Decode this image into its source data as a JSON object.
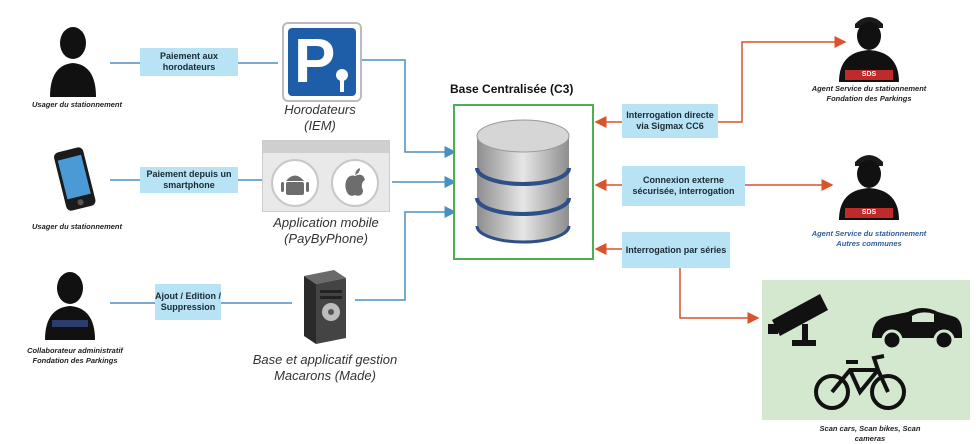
{
  "users": {
    "user1_caption": "Usager du stationnement",
    "user2_caption": "Usager du stationnement",
    "user3_caption": "Collaborateur administratif\nFondation des Parkings"
  },
  "edges_left": {
    "pay_meters": "Paiement aux horodateurs",
    "pay_smartphone": "Paiement depuis un smartphone",
    "edit": "Ajout / Edition / Suppression"
  },
  "systems": {
    "parking_sign_letter": "P",
    "meters_caption": "Horodateurs\n(IEM)",
    "app_caption": "Application mobile\n(PayByPhone)",
    "server_caption": "Base et applicatif gestion\nMacarons (Made)"
  },
  "central": {
    "title": "Base Centralisée (C3)"
  },
  "edges_right": {
    "direct_query": "Interrogation directe via Sigmax CC6",
    "external": "Connexion externe sécurisée, interrogation",
    "series": "Interrogation par séries"
  },
  "agents": {
    "badge": "SDS",
    "agent1_caption": "Agent Service du stationnement\nFondation des Parkings",
    "agent2_caption": "Agent Service du stationnement\nAutres communes"
  },
  "scan": {
    "caption": "Scan cars, Scan bikes, Scan\ncameras"
  },
  "colors": {
    "blue_line": "#4a8fc0",
    "red_line": "#d9532c",
    "label_bg": "#b7e3f4",
    "db_border": "#4caf50",
    "scan_bg": "#d4e8d0"
  }
}
